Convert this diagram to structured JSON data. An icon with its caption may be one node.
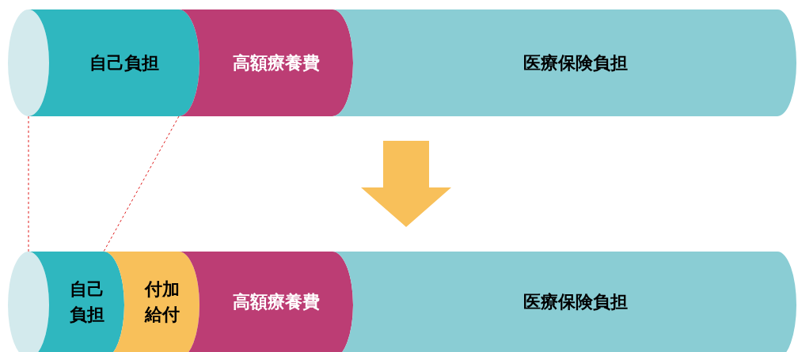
{
  "diagram": {
    "nodes": [
      {
        "text": [],
        "shape": "ellipse"
      },
      {
        "text": [
          "自己負担"
        ]
      },
      {
        "text": [
          "高額療養費"
        ]
      },
      {
        "text": [
          "医療保険負担"
        ]
      },
      {
        "text": [],
        "shape": "ellipse"
      },
      {
        "text": [
          "自己負担"
        ]
      },
      {
        "text": [
          "付加給付"
        ]
      },
      {
        "text": [
          "高額療養費"
        ]
      },
      {
        "text": [
          "医療保険負担"
        ]
      }
    ],
    "edges": [
      {
        "from": 3,
        "to": 8,
        "arrow": "to"
      }
    ]
  }
}
